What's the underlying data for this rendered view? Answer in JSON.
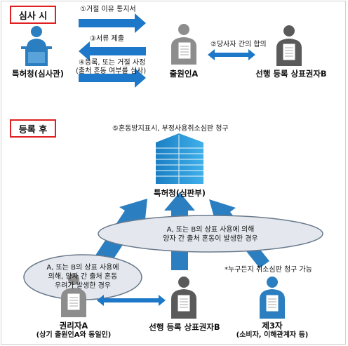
{
  "colors": {
    "arrow_blue": "#1d78c9",
    "tag_border": "#e02020",
    "building_blue": "#1f8fd4",
    "person_gray": "#8d8d8d",
    "person_dark": "#5a5a5a",
    "person_blue": "#2b7fc1",
    "ellipse_fill": "#e4e8ee",
    "ellipse_stroke": "#6a7a8c"
  },
  "section_review": {
    "tag": "심사 시",
    "step1": "①거절 이유 통지서",
    "step2": "②당사자 간의 합의",
    "step3": "③서류 제출",
    "step4_line1": "④등록, 또는 거절 사정",
    "step4_line2": "(출처 혼동 여부를 심사)",
    "examiner": "특허청(심사관)",
    "applicant": "출원인A",
    "prior_holder": "선행 등록 상표권자B"
  },
  "section_registered": {
    "tag": "등록 후",
    "step5": "⑤혼동방지표시, 부정사용취소심판 청구",
    "tribunal": "특허청(심판부)",
    "ellipse_big_line1": "A, 또는 B의 상표 사용에 의해",
    "ellipse_big_line2": "양자 간 출처 혼동이 발생한 경우",
    "ellipse_small_line1": "A, 또는 B의 상표 사용에",
    "ellipse_small_line2": "의해, 양자 간 출처 혼동",
    "ellipse_small_line3": "우려가 발생한 경우",
    "anyone_note": "*누구든지 취소심판 청구 가능",
    "right_holder": "권리자A",
    "right_holder_sub": "(상기 출원인A와 동일인)",
    "prior_holder": "선행 등록 상표권자B",
    "third_party": "제3자",
    "third_party_sub": "(소비자, 이해관계자 등)"
  }
}
